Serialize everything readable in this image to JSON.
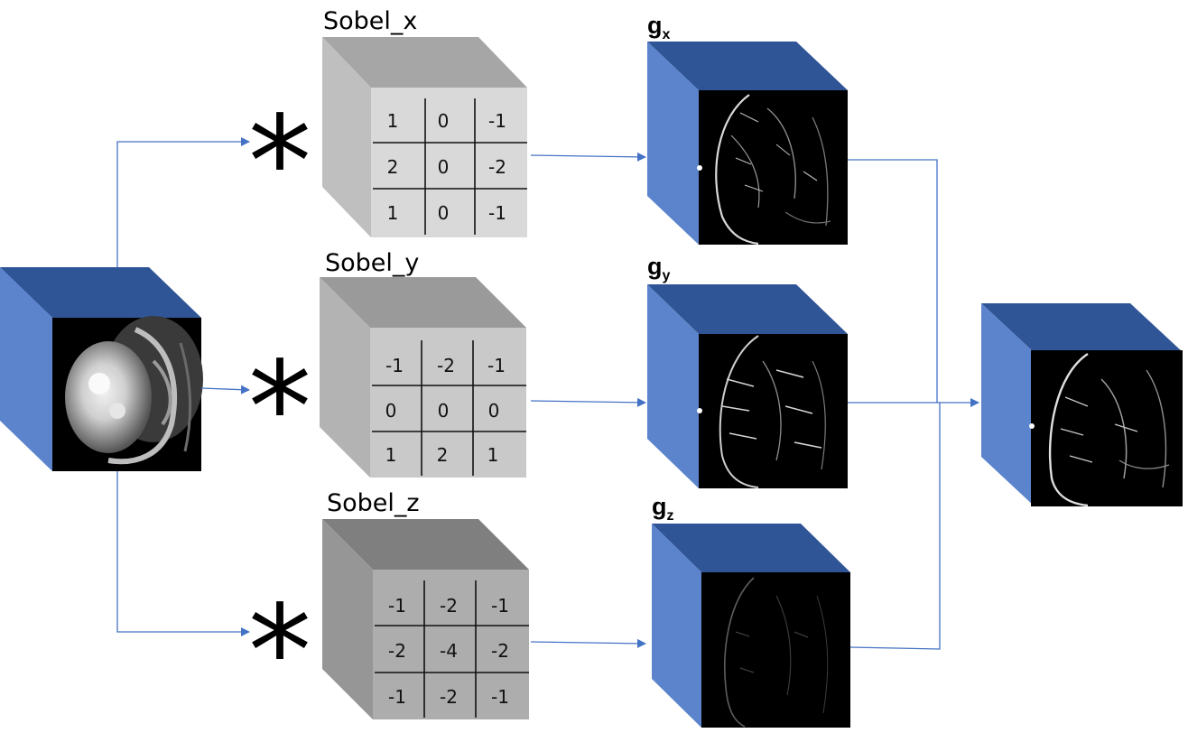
{
  "operator_symbol": "*",
  "kernels": [
    {
      "title": "Sobel_x",
      "cells": [
        [
          "1",
          "0",
          "-1"
        ],
        [
          "2",
          "0",
          "-2"
        ],
        [
          "1",
          "0",
          "-1"
        ]
      ],
      "front": "#d9d9d9",
      "top": "#a6a6a6",
      "side": "#bfbfbf"
    },
    {
      "title": "Sobel_y",
      "cells": [
        [
          "-1",
          "-2",
          "-1"
        ],
        [
          "0",
          "0",
          "0"
        ],
        [
          "1",
          "2",
          "1"
        ]
      ],
      "front": "#c9c9c9",
      "top": "#9a9a9a",
      "side": "#b3b3b3"
    },
    {
      "title": "Sobel_z",
      "cells": [
        [
          "-1",
          "-2",
          "-1"
        ],
        [
          "-2",
          "-4",
          "-2"
        ],
        [
          "-1",
          "-2",
          "-1"
        ]
      ],
      "front": "#adadad",
      "top": "#7f7f7f",
      "side": "#969696"
    }
  ],
  "gradients": [
    {
      "base": "g",
      "sub": "x"
    },
    {
      "base": "g",
      "sub": "y"
    },
    {
      "base": "g",
      "sub": "z"
    }
  ],
  "colors": {
    "cube_top": "#2f5597",
    "cube_side": "#5b84cc",
    "arrow": "#4472c4"
  }
}
